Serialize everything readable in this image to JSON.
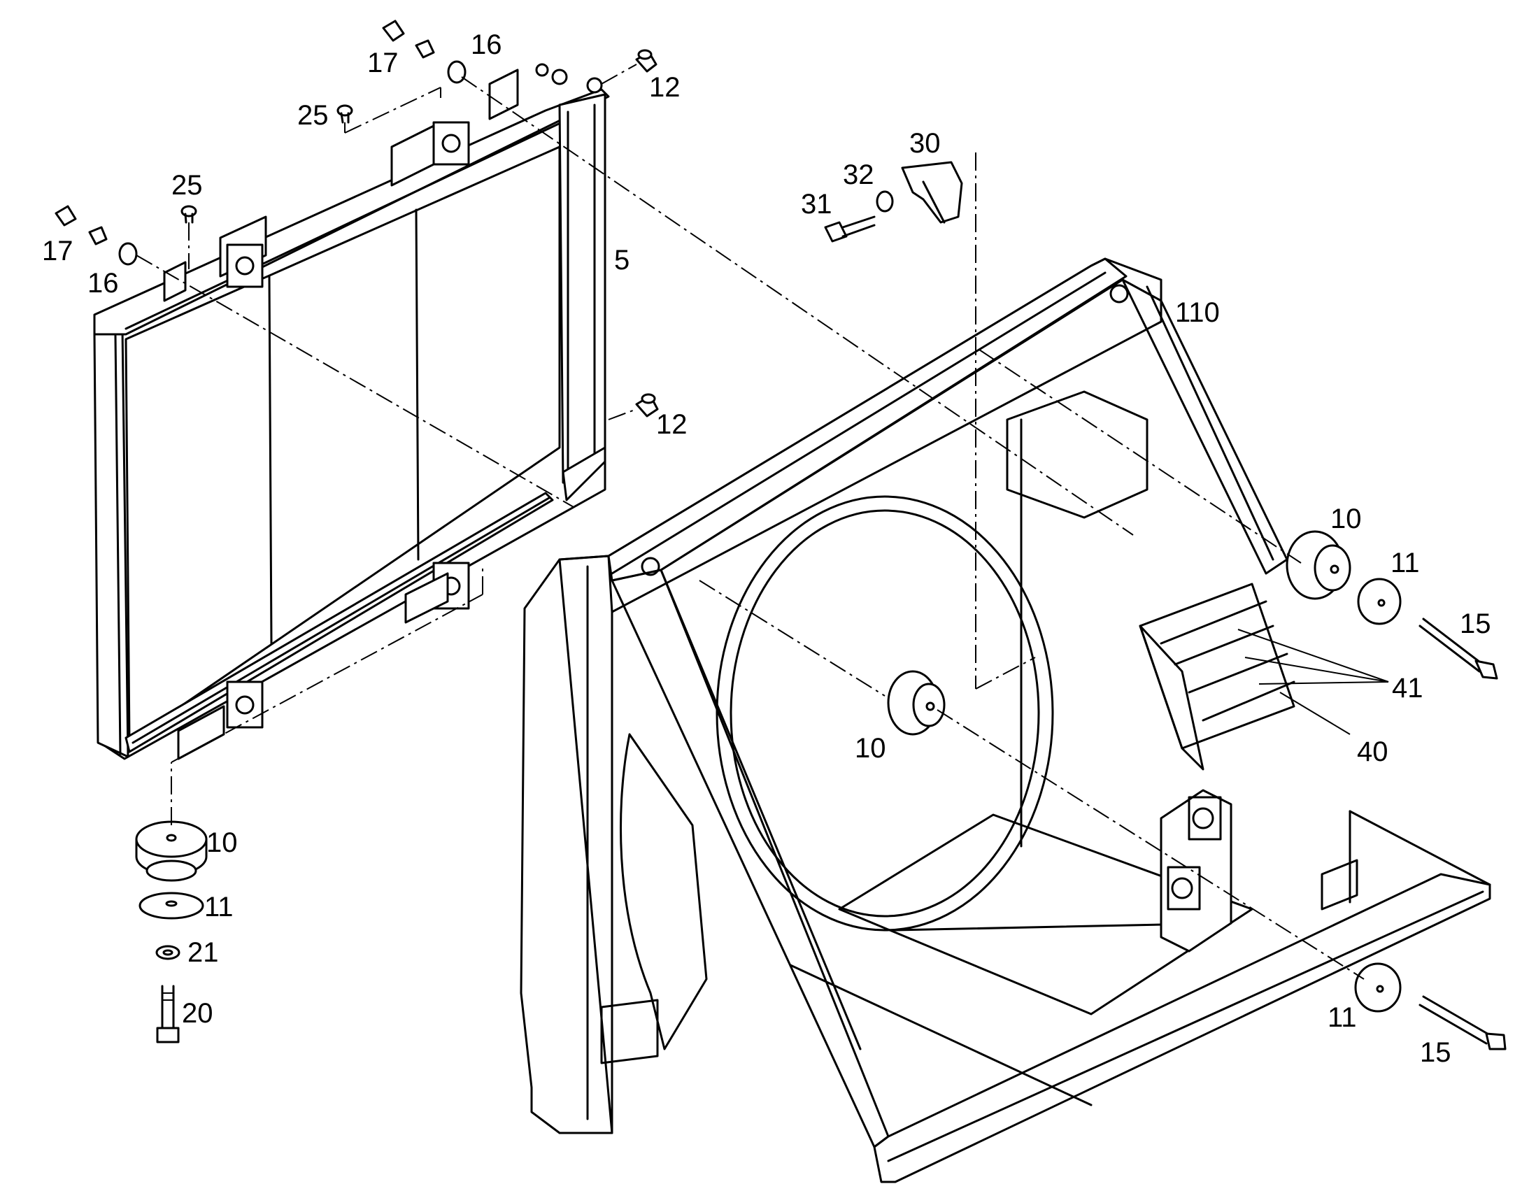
{
  "callouts": {
    "c5": "5",
    "c10a": "10",
    "c10b": "10",
    "c10c": "10",
    "c11a": "11",
    "c11b": "11",
    "c11c": "11",
    "c12a": "12",
    "c12b": "12",
    "c15a": "15",
    "c15b": "15",
    "c16a": "16",
    "c16b": "16",
    "c17a": "17",
    "c17b": "17",
    "c20": "20",
    "c21": "21",
    "c25a": "25",
    "c25b": "25",
    "c30": "30",
    "c31": "31",
    "c32": "32",
    "c40": "40",
    "c41": "41",
    "c110": "110"
  }
}
